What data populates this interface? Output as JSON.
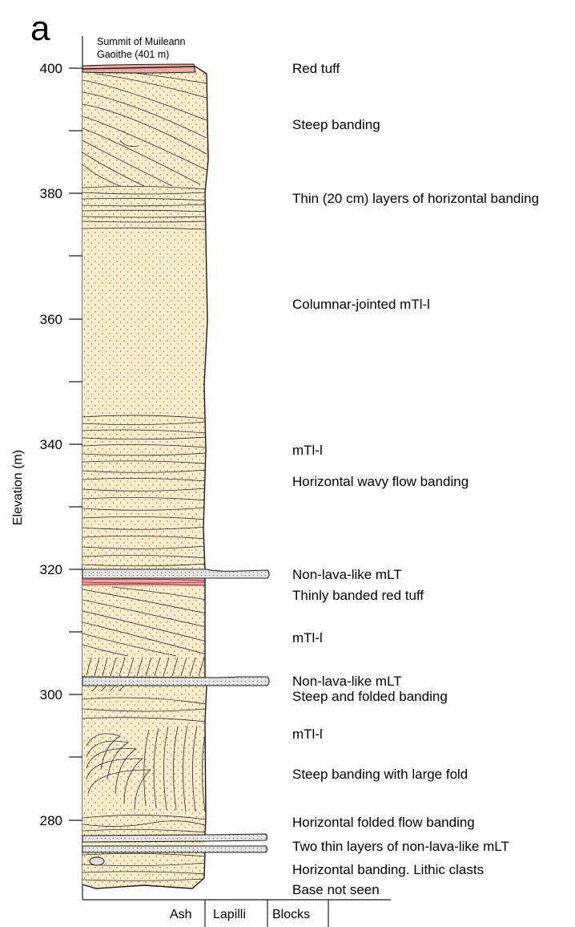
{
  "panel_label": "a",
  "y_axis": {
    "label": "Elevation (m)",
    "ticks": [
      "400",
      "380",
      "360",
      "340",
      "320",
      "300",
      "280"
    ],
    "range": [
      268,
      406
    ]
  },
  "summit_label": [
    "Summit of Muileann",
    "Gaoithe (401 m)"
  ],
  "grain_size_axis": [
    "Ash",
    "Lapilli",
    "Blocks"
  ],
  "units": [
    "Red tuff",
    "Steep banding",
    "Thin (20 cm) layers of horizontal banding",
    "Columnar-jointed mTl-l",
    "mTl-l",
    "Horizontal wavy flow banding",
    "Non-lava-like mLT",
    "Thinly banded red tuff",
    "mTl-l",
    "Non-lava-like mLT",
    "Steep and folded banding",
    "mTl-l",
    "Steep banding with large fold",
    "Horizontal folded flow banding",
    "Two thin layers of non-lava-like mLT",
    "Horizontal banding. Lithic clasts",
    "Base not seen"
  ],
  "colors": {
    "tuff_fill": "#fbeccb",
    "red_tuff": "#f2a7a2",
    "mlt_fill": "#e6e6e6",
    "line": "#1a1a1a"
  }
}
